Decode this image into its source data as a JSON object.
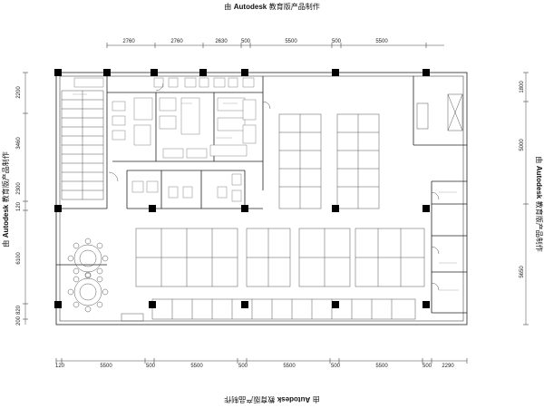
{
  "watermark": {
    "prefix": "由",
    "brand": "Autodesk",
    "suffix": "教育版产品制作"
  },
  "dimensions": {
    "top": [
      "2760",
      "2760",
      "2630",
      "500",
      "5500",
      "500",
      "5500"
    ],
    "bottom": [
      "120",
      "5500",
      "500",
      "5500",
      "500",
      "5500",
      "500",
      "5500",
      "500",
      "2290"
    ],
    "left": [
      "2200",
      "3460",
      "2300",
      "120",
      "6100",
      "820",
      "200"
    ],
    "right": [
      "1800",
      "5000",
      "5650"
    ]
  },
  "colors": {
    "line": "#222222",
    "column": "#000000"
  }
}
